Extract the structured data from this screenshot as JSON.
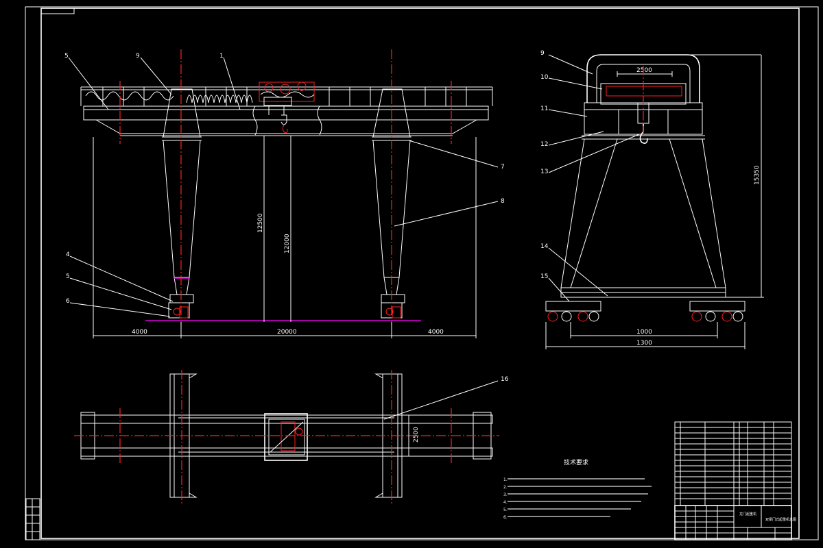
{
  "drawing": {
    "front_view": {
      "callouts": [
        "5",
        "9",
        "1",
        "7",
        "8",
        "4",
        "5",
        "6"
      ],
      "dimensions": {
        "left_overhang": "4000",
        "span": "20000",
        "right_overhang": "4000",
        "height_a": "12500",
        "height_b": "12000"
      }
    },
    "side_view": {
      "callouts": [
        "9",
        "10",
        "11",
        "12",
        "13",
        "14",
        "15"
      ],
      "dimensions": {
        "top_width": "2500",
        "total_height": "15350",
        "wheel_base": "1000",
        "bottom_width": "1300"
      }
    },
    "plan_view": {
      "callouts": [
        "16"
      ],
      "dimensions": {
        "track": "2500"
      }
    },
    "tech_notes": {
      "title": "技术要求",
      "lines": [
        "1.",
        "2.",
        "3.",
        "4.",
        "5.",
        "6."
      ]
    },
    "title_block": {
      "designation": "龙门起重机",
      "drawing_title": "双梁门式起重机总图"
    }
  },
  "colors": {
    "background": "#000000",
    "lines": "#ffffff",
    "centerlines": "#ff2020",
    "ground": "#e000e0",
    "accent": "#ffff40"
  }
}
